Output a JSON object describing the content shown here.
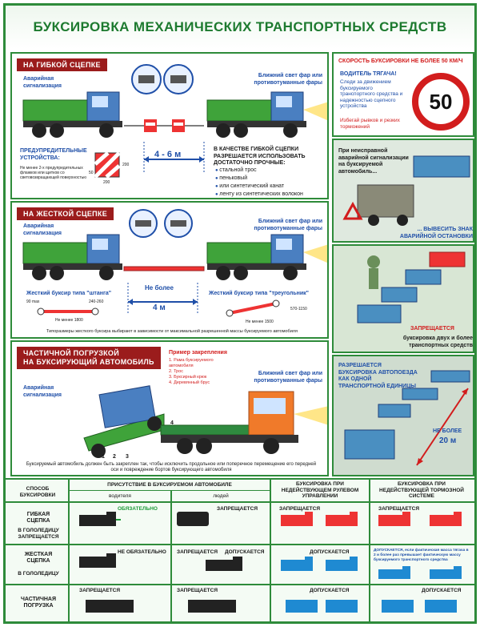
{
  "title": "БУКСИРОВКА МЕХАНИЧЕСКИХ ТРАНСПОРТНЫХ СРЕДСТВ",
  "flexible": {
    "tag": "НА ГИБКОЙ СЦЕПКЕ",
    "alarm": "Аварийная сигнализация",
    "lights": "Ближний свет фар или противотуманные фары",
    "warning_devices_label": "ПРЕДУПРЕДИТЕЛЬНЫЕ УСТРОЙСТВА:",
    "warning_note": "Не менее 2-х предупредительных флажков или щитков со световозвращающей поверхностью",
    "dim_200a": "200",
    "dim_50": "50",
    "dim_200b": "200",
    "distance": "4 - 6 м",
    "allowed_intro": "В КАЧЕСТВЕ ГИБКОЙ СЦЕПКИ РАЗРЕШАЕТСЯ ИСПОЛЬЗОВАТЬ ДОСТАТОЧНО ПРОЧНЫЕ:",
    "items": [
      "стальной трос",
      "пеньковый",
      "или синтетический канат",
      "ленту из синтетических волокон"
    ]
  },
  "rigid": {
    "tag": "НА ЖЕСТКОЙ СЦЕПКЕ",
    "alarm": "Аварийная сигнализация",
    "lights": "Ближний свет фар или противотуманные фары",
    "distance_label": "Не более",
    "distance": "4 м",
    "bar_type": "Жесткий буксир типа \"штанга\"",
    "tri_type": "Жесткий буксир типа \"треугольник\"",
    "bar_min": "Не менее 1800",
    "bar_height": "240-260",
    "bar_angle": "90 max",
    "tri_min": "Не менее 1500",
    "tri_height": "570-1150",
    "note": "Типоразмеры жесткого буксира выбирают в зависимости от максимальной разрешенной массы буксируемого автомобиля"
  },
  "partial": {
    "tag1": "ЧАСТИЧНОЙ ПОГРУЗКОЙ",
    "tag2": "НА БУКСИРУЮЩИЙ АВТОМОБИЛЬ",
    "alarm": "Аварийная сигнализация",
    "lights": "Ближний свет фар или противотуманные фары",
    "example_title": "Пример закрепления",
    "examples": [
      "1. Рама буксируемого автомобиля",
      "2. Трос",
      "3. Буксирный крюк",
      "4. Деревянный брус"
    ],
    "nums": [
      "1",
      "2",
      "3",
      "4"
    ],
    "note": "Буксируемый автомобиль должен быть закреплен так, чтобы исключить продольное или поперечное перемещение его передней оси и повреждение бортов буксирующего автомобиля"
  },
  "right": {
    "speed_label": "СКОРОСТЬ БУКСИРОВКИ НЕ БОЛЕЕ 50 КМ/Ч",
    "driver_label": "ВОДИТЕЛЬ ТЯГАЧА!",
    "driver_text": "Следи за движением буксируемого транспортного средства и надежностью сцепного устройства",
    "driver_warn": "Избегай рывков и резких торможений",
    "speed_sign": "50",
    "faulty_text": "При неисправной аварийной сигнализации на буксируемой автомобиль...",
    "sign_text": "... ВЫВЕСИТЬ ЗНАК АВАРИЙНОЙ ОСТАНОВКИ",
    "forbidden": "ЗАПРЕЩАЕТСЯ",
    "forbidden_text": "буксировка двух и более транспортных средств",
    "allowed_title": "РАЗРЕШАЕТСЯ БУКСИРОВКА АВТОПОЕЗДА КАК ОДНОЙ ТРАНСПОРТНОЙ ЕДИНИЦЫ",
    "distance_label": "НЕ БОЛЕЕ",
    "distance": "20 м"
  },
  "table": {
    "col_method": "СПОСОБ БУКСИРОВКИ",
    "col_presence": "ПРИСУТСТВИЕ В БУКСИРУЕМОМ АВТОМОБИЛЕ",
    "col_driver": "водителя",
    "col_people": "людей",
    "col_steering": "БУКСИРОВКА ПРИ НЕДЕЙСТВУЮЩЕМ РУЛЕВОМ УПРАВЛЕНИИ",
    "col_brakes": "БУКСИРОВКА ПРИ НЕДЕЙСТВУЮЩЕЙ ТОРМОЗНОЙ СИСТЕМЕ",
    "row1": "ГИБКАЯ СЦЕПКА",
    "row1_note": "В ГОЛОЛЕДИЦУ ЗАПРЕЩАЕТСЯ",
    "row2": "ЖЕСТКАЯ СЦЕПКА",
    "row2_note": "В ГОЛОЛЕДИЦУ",
    "row3": "ЧАСТИЧНАЯ ПОГРУЗКА",
    "mandatory": "ОБЯЗАТЕЛЬНО",
    "not_mandatory": "НЕ ОБЯЗАТЕЛЬНО",
    "forbidden": "ЗАПРЕЩАЕТСЯ",
    "allowed": "ДОПУСКАЕТСЯ",
    "brake_note": "ДОПУСКАЕТСЯ, если фактическая масса тягача в 2 и более раз превышает фактическую массу буксируемого транспортного средства"
  },
  "colors": {
    "green": "#2e8b3a",
    "red": "#d21d1d",
    "blue": "#1f4fa8",
    "tag": "#9b1c1c"
  }
}
